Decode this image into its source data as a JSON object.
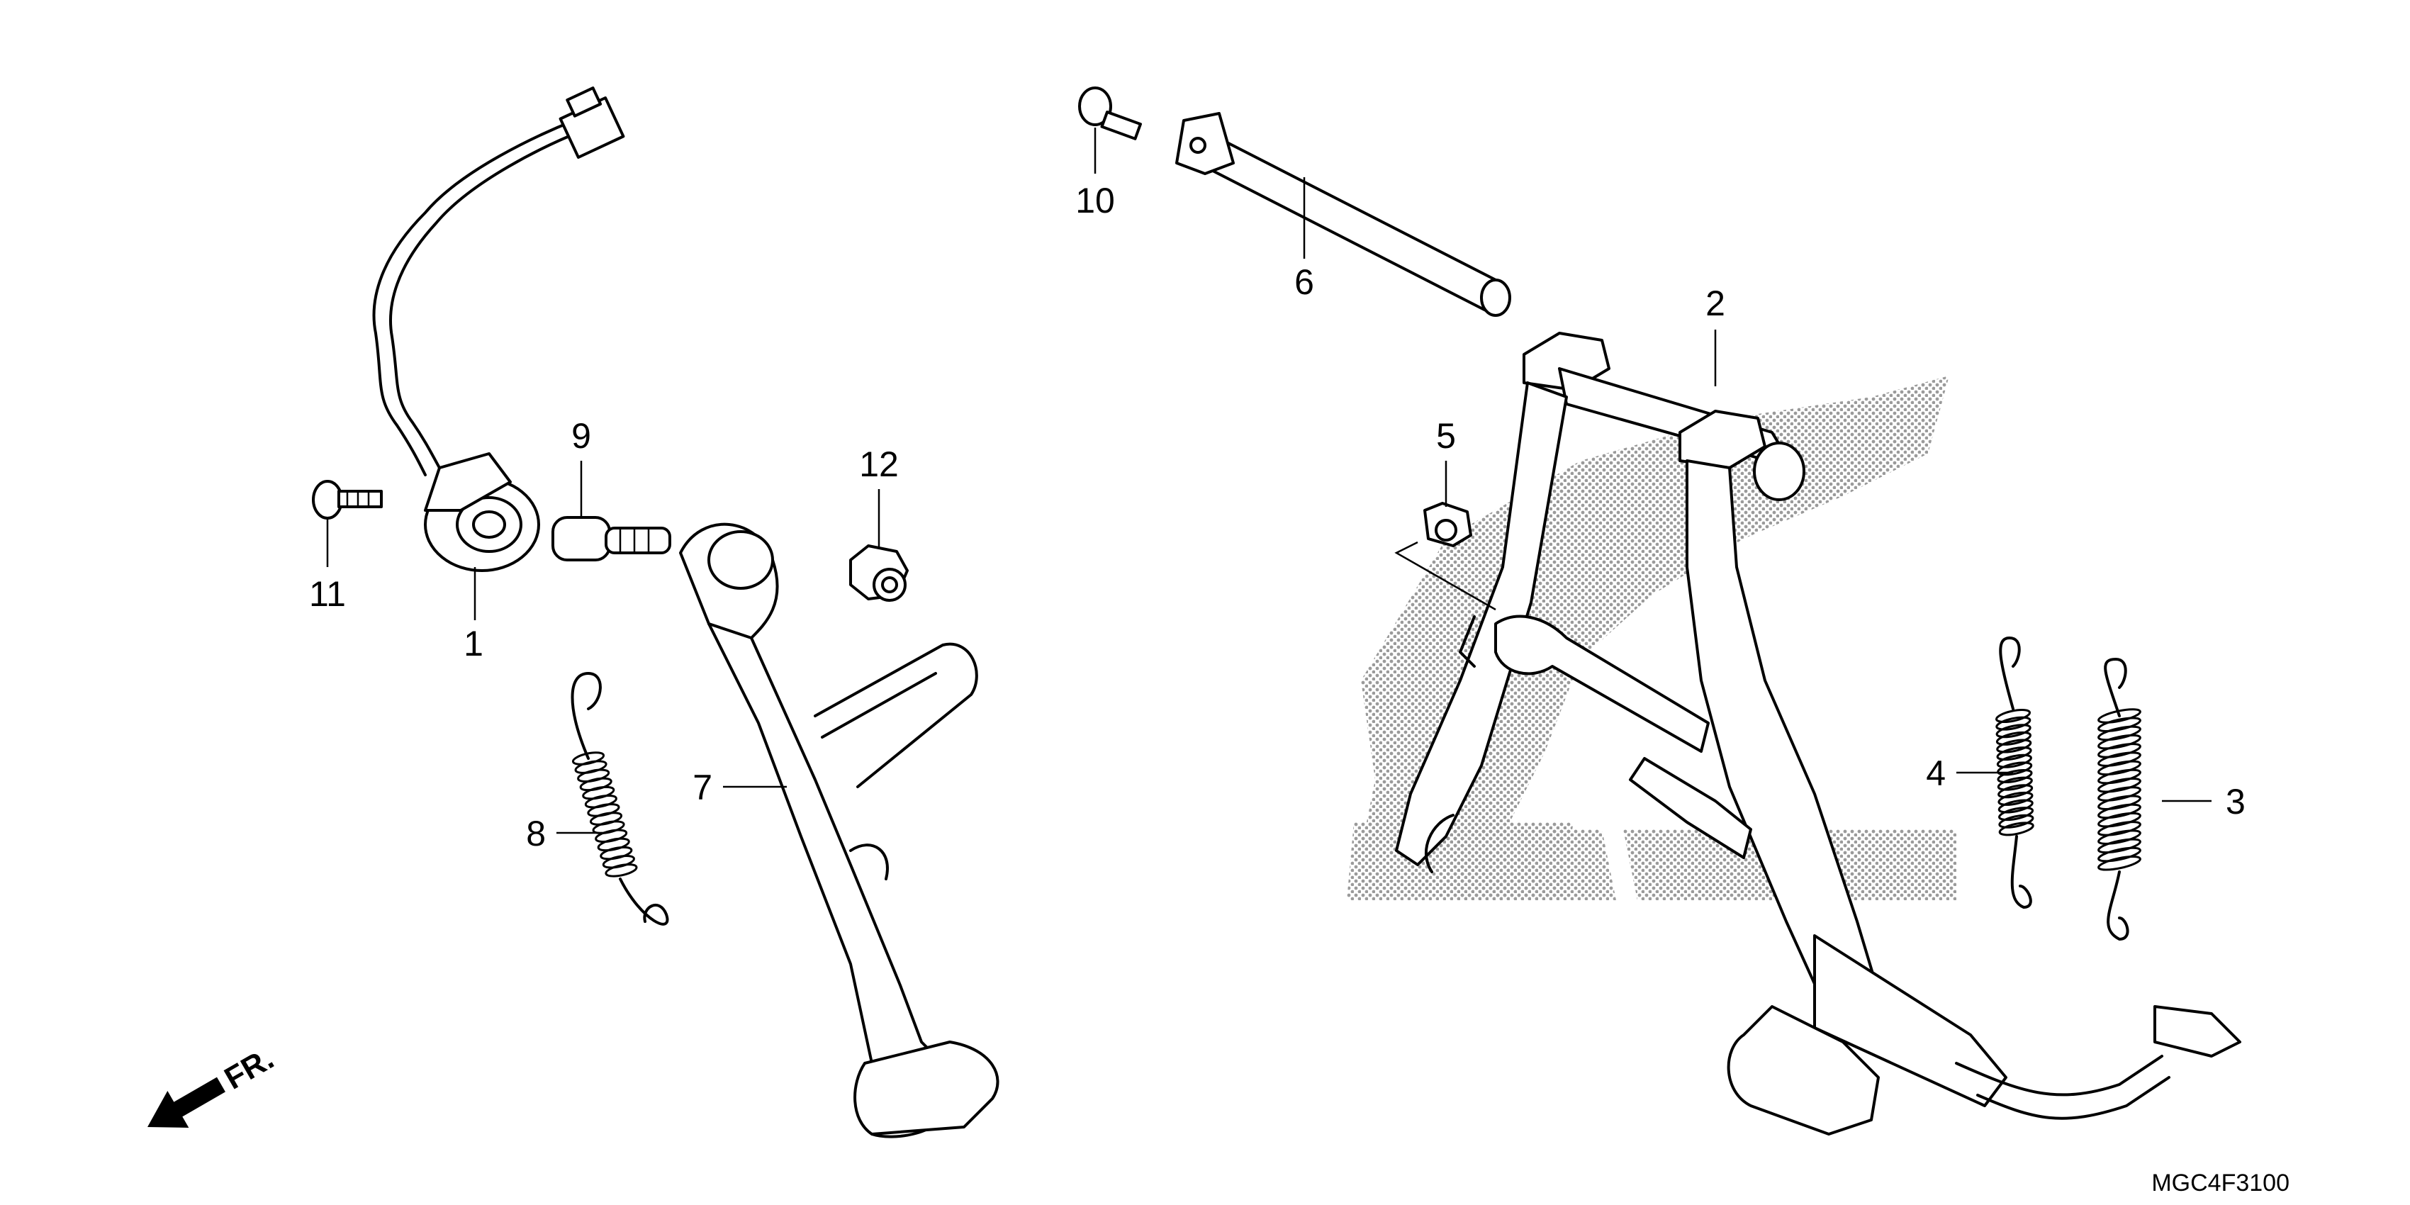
{
  "diagram": {
    "callouts": [
      "1",
      "2",
      "3",
      "4",
      "5",
      "6",
      "7",
      "8",
      "9",
      "10",
      "11",
      "12"
    ],
    "direction_label": "FR.",
    "drawing_code": "MGC4F3100"
  },
  "colors": {
    "line": "#000000",
    "background": "#ffffff",
    "watermark_dots": "#9a9a9a"
  },
  "icons": [
    "front-direction-arrow-icon",
    "brand-wing-watermark-icon"
  ]
}
